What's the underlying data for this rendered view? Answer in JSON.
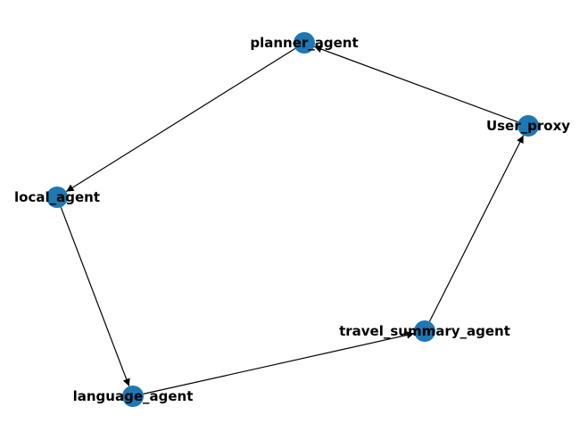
{
  "diagram": {
    "node_color": "#1f77b4",
    "edge_color": "#000000",
    "nodes": [
      {
        "id": "planner_agent",
        "label": "planner_agent"
      },
      {
        "id": "User_proxy",
        "label": "User_proxy"
      },
      {
        "id": "local_agent",
        "label": "local_agent"
      },
      {
        "id": "travel_summary_agent",
        "label": "travel_summary_agent"
      },
      {
        "id": "language_agent",
        "label": "language_agent"
      }
    ],
    "edges": [
      {
        "from": "User_proxy",
        "to": "planner_agent"
      },
      {
        "from": "planner_agent",
        "to": "local_agent"
      },
      {
        "from": "local_agent",
        "to": "language_agent"
      },
      {
        "from": "language_agent",
        "to": "travel_summary_agent"
      },
      {
        "from": "travel_summary_agent",
        "to": "User_proxy"
      }
    ]
  }
}
